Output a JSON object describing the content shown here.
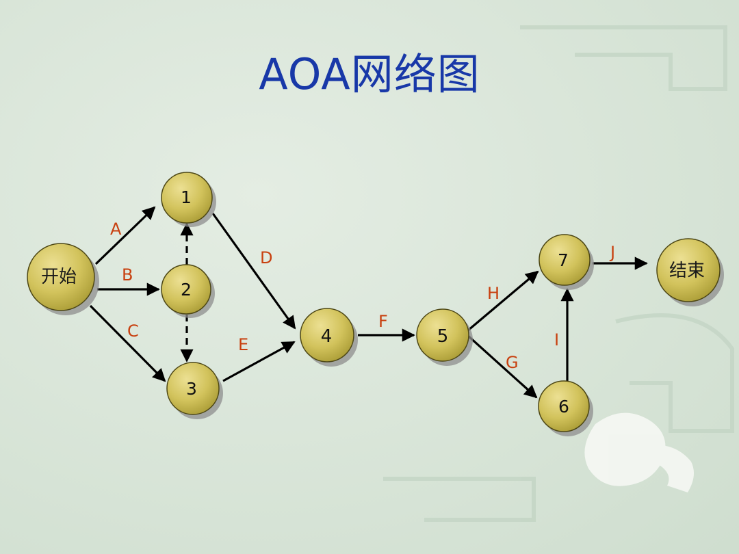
{
  "slide": {
    "title": "AOA网络图",
    "nodes": {
      "start": "开始",
      "n1": "1",
      "n2": "2",
      "n3": "3",
      "n4": "4",
      "n5": "5",
      "n6": "6",
      "n7": "7",
      "end": "结束"
    },
    "activities": {
      "A": "A",
      "B": "B",
      "C": "C",
      "D": "D",
      "E": "E",
      "F": "F",
      "G": "G",
      "H": "H",
      "I": "I",
      "J": "J"
    }
  },
  "colors": {
    "background": "#d9e6da",
    "title": "#1838a8",
    "activity_label": "#c8400f",
    "node_fill": "#cdbf58",
    "node_shadow": "#9a9a9a",
    "arrow": "#000000"
  }
}
